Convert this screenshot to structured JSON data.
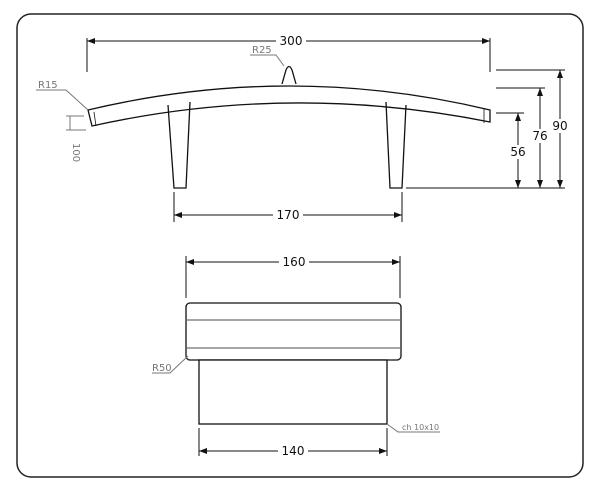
{
  "frame_color": "#222222",
  "side_view": {
    "overall_length": "300",
    "leg_spacing": "170",
    "heights": [
      "56",
      "76",
      "90"
    ],
    "radius_top": "R25",
    "radius_end": "R15",
    "end_thickness": "100"
  },
  "front_view": {
    "top_width": "160",
    "base_width": "140",
    "radius": "R50",
    "chamfer": "ch 10x10"
  }
}
